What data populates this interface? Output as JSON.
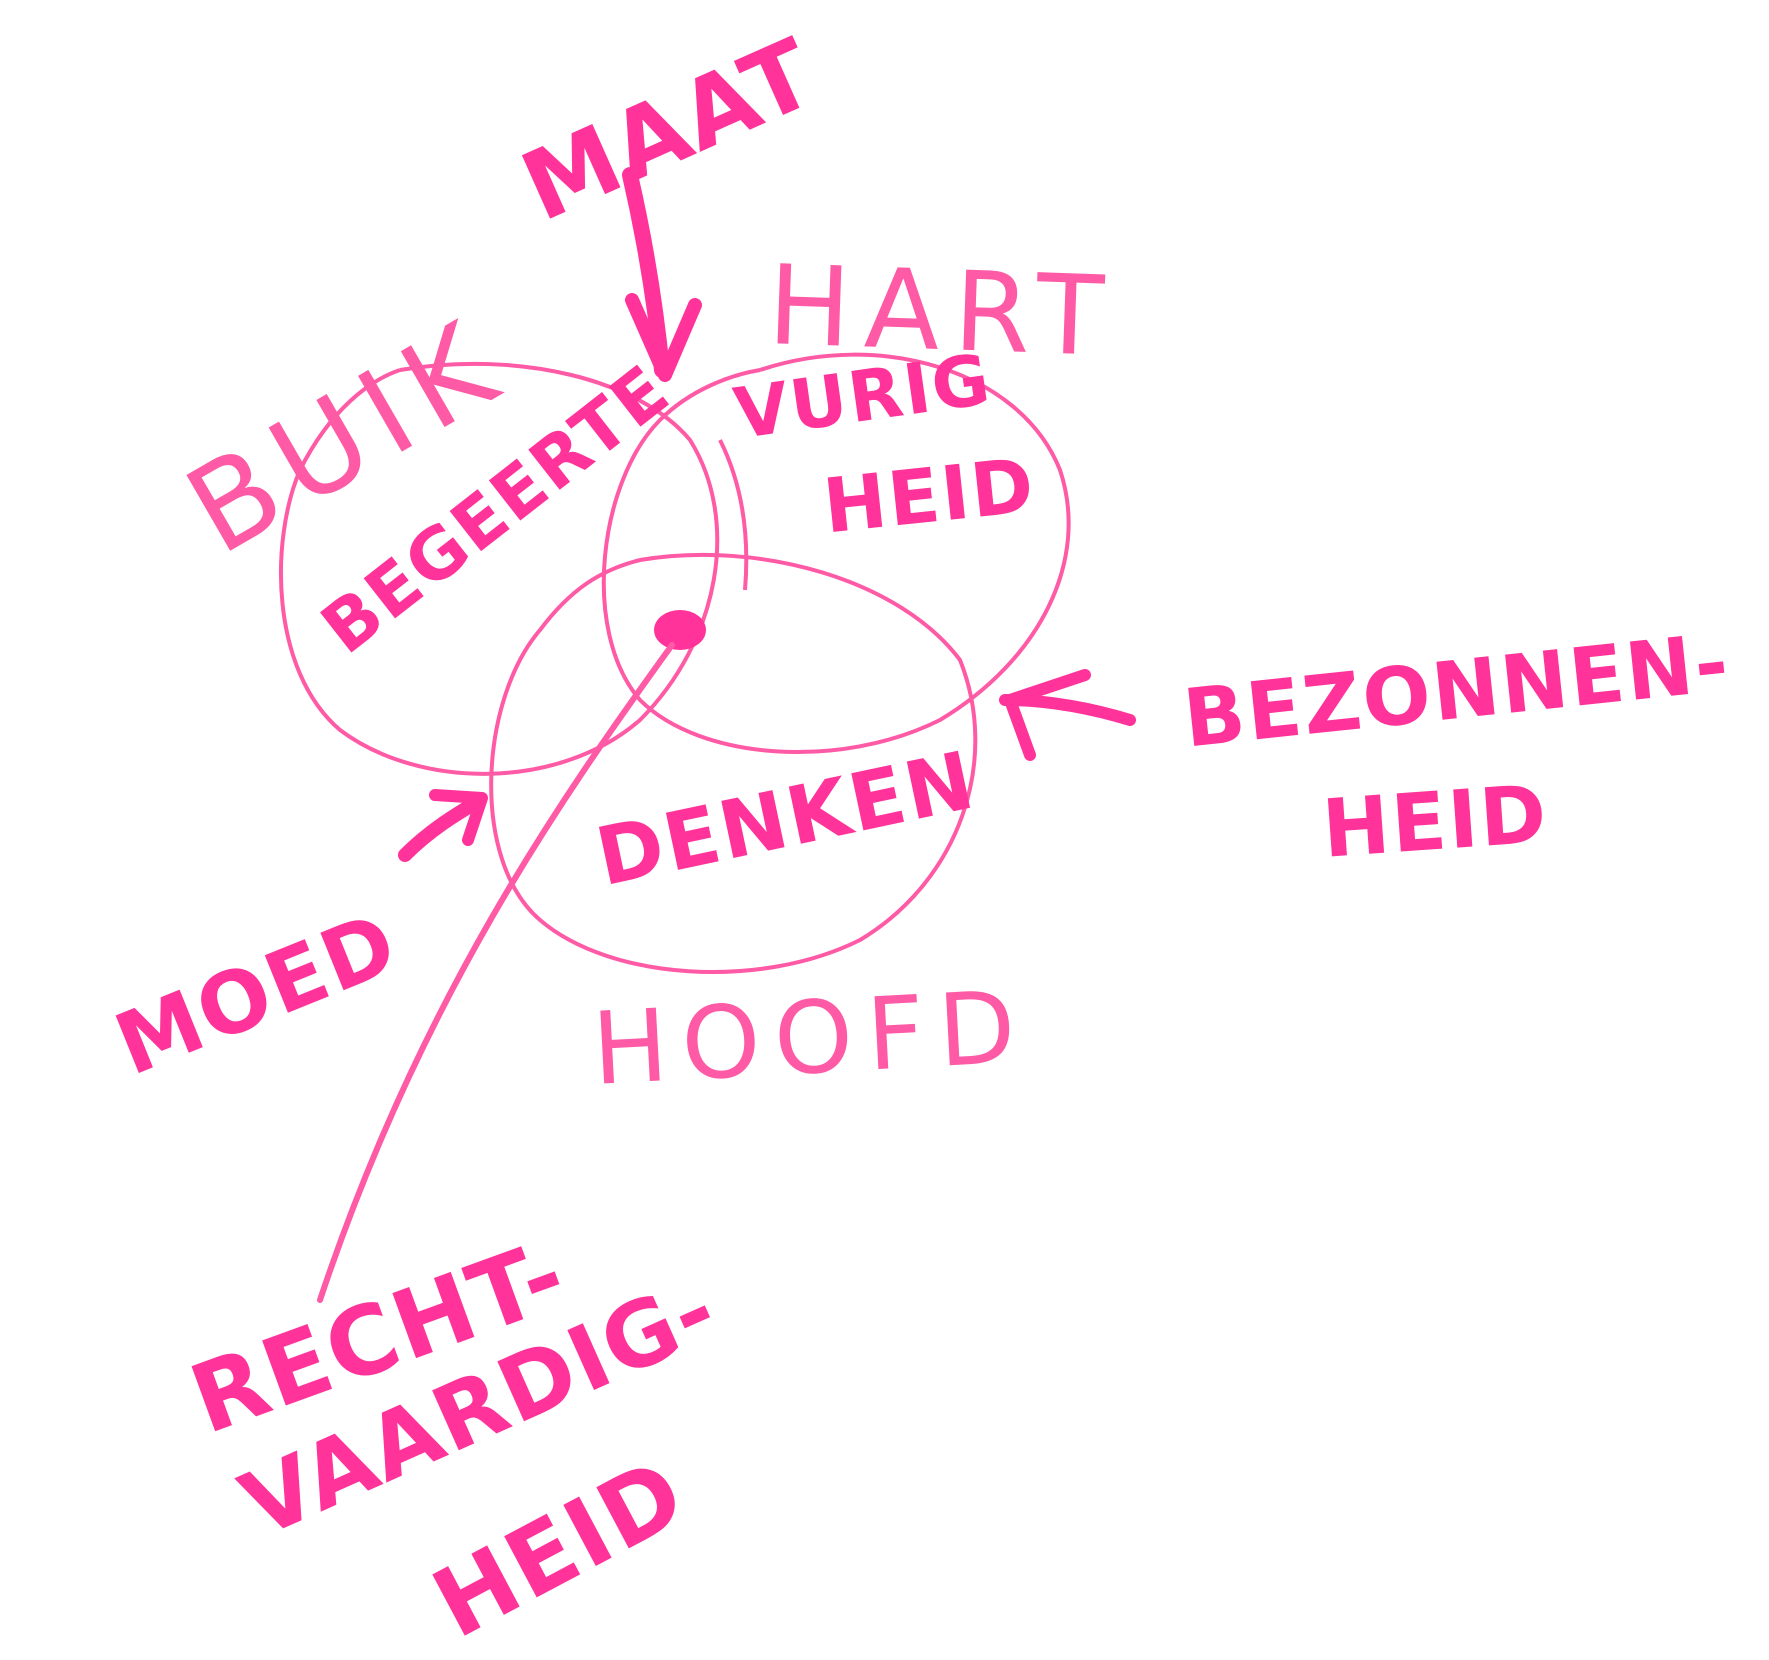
{
  "diagram": {
    "colors": {
      "ink": "#ff3399",
      "line": "#ff5aa5",
      "background": "#ffffff"
    },
    "circles": [
      {
        "name": "buik",
        "label": "BUIK",
        "inner_label": "BEGEERTE"
      },
      {
        "name": "hart",
        "label": "HART",
        "inner_label": "VURIGHEID"
      },
      {
        "name": "hoofd",
        "label": "HOOFD",
        "inner_label": "DENKEN"
      }
    ],
    "labels": {
      "buik": "BUIK",
      "hart": "HART",
      "hoofd": "HOOFD",
      "begeerte": "BEGEERTE",
      "vurig": "VURIG",
      "heid1": "HEID",
      "denken": "DENKEN",
      "maat": "MAAT",
      "moed": "MOED",
      "bezonnen": "BEZONNEN-",
      "heid2": "HEID",
      "recht": "RECHT-",
      "vaardig": "VAARDIG-",
      "heid3": "HEID"
    },
    "annotations": [
      {
        "text": "MAAT",
        "points_to": "overlap buik-hart"
      },
      {
        "text": "BEZONNENHEID",
        "points_to": "overlap hart-hoofd"
      },
      {
        "text": "MOED",
        "points_to": "overlap buik-hoofd"
      },
      {
        "text": "RECHTVAARDIGHEID",
        "points_to": "center of all three"
      }
    ]
  }
}
